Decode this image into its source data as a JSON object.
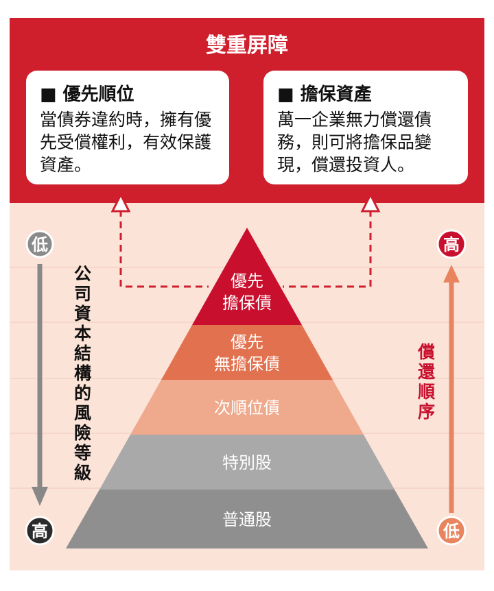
{
  "title": "雙重屏障",
  "left_card": {
    "heading": "■ 優先順位",
    "lines": [
      "當債券違約時，擁有優",
      "先受償權利，有效保護",
      "資產。"
    ]
  },
  "right_card": {
    "heading": "■ 擔保資產",
    "lines": [
      "萬一企業無力償還債",
      "務，則可將擔保品變",
      "現，償還投資人。"
    ]
  },
  "left_axis": {
    "top_badge": "低",
    "bottom_badge": "高",
    "label": "公司資本結構的風險等級"
  },
  "right_axis": {
    "top_badge": "高",
    "bottom_badge": "低",
    "label": "償還順序"
  },
  "pyramid": {
    "tiers": [
      {
        "lines": [
          "優先",
          "擔保債"
        ],
        "color": "#c8102e"
      },
      {
        "lines": [
          "優先",
          "無擔保債"
        ],
        "color": "#e2714f"
      },
      {
        "lines": [
          "次順位債"
        ],
        "color": "#efa98c"
      },
      {
        "lines": [
          "特別股"
        ],
        "color": "#a9a9a9"
      },
      {
        "lines": [
          "普通股"
        ],
        "color": "#8f8f8f"
      }
    ]
  },
  "colors": {
    "brand_red": "#cf1f2d",
    "panel_bg": "#fbe3d8",
    "axis_left": "#888888",
    "axis_right": "#e8845e"
  }
}
